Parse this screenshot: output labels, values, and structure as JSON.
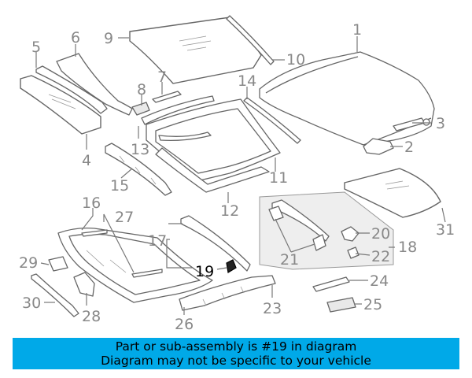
{
  "diagram": {
    "callouts": [
      "1",
      "2",
      "3",
      "4",
      "5",
      "6",
      "7",
      "8",
      "9",
      "10",
      "11",
      "12",
      "13",
      "14",
      "15",
      "16",
      "17",
      "18",
      "19",
      "20",
      "21",
      "22",
      "23",
      "24",
      "25",
      "26",
      "27",
      "28",
      "29",
      "30",
      "31"
    ],
    "highlighted_part": "19"
  },
  "banner": {
    "line1": "Part or sub-assembly is #19 in diagram",
    "line2": "Diagram may not be specific to your vehicle",
    "color": "#00a9e8"
  }
}
